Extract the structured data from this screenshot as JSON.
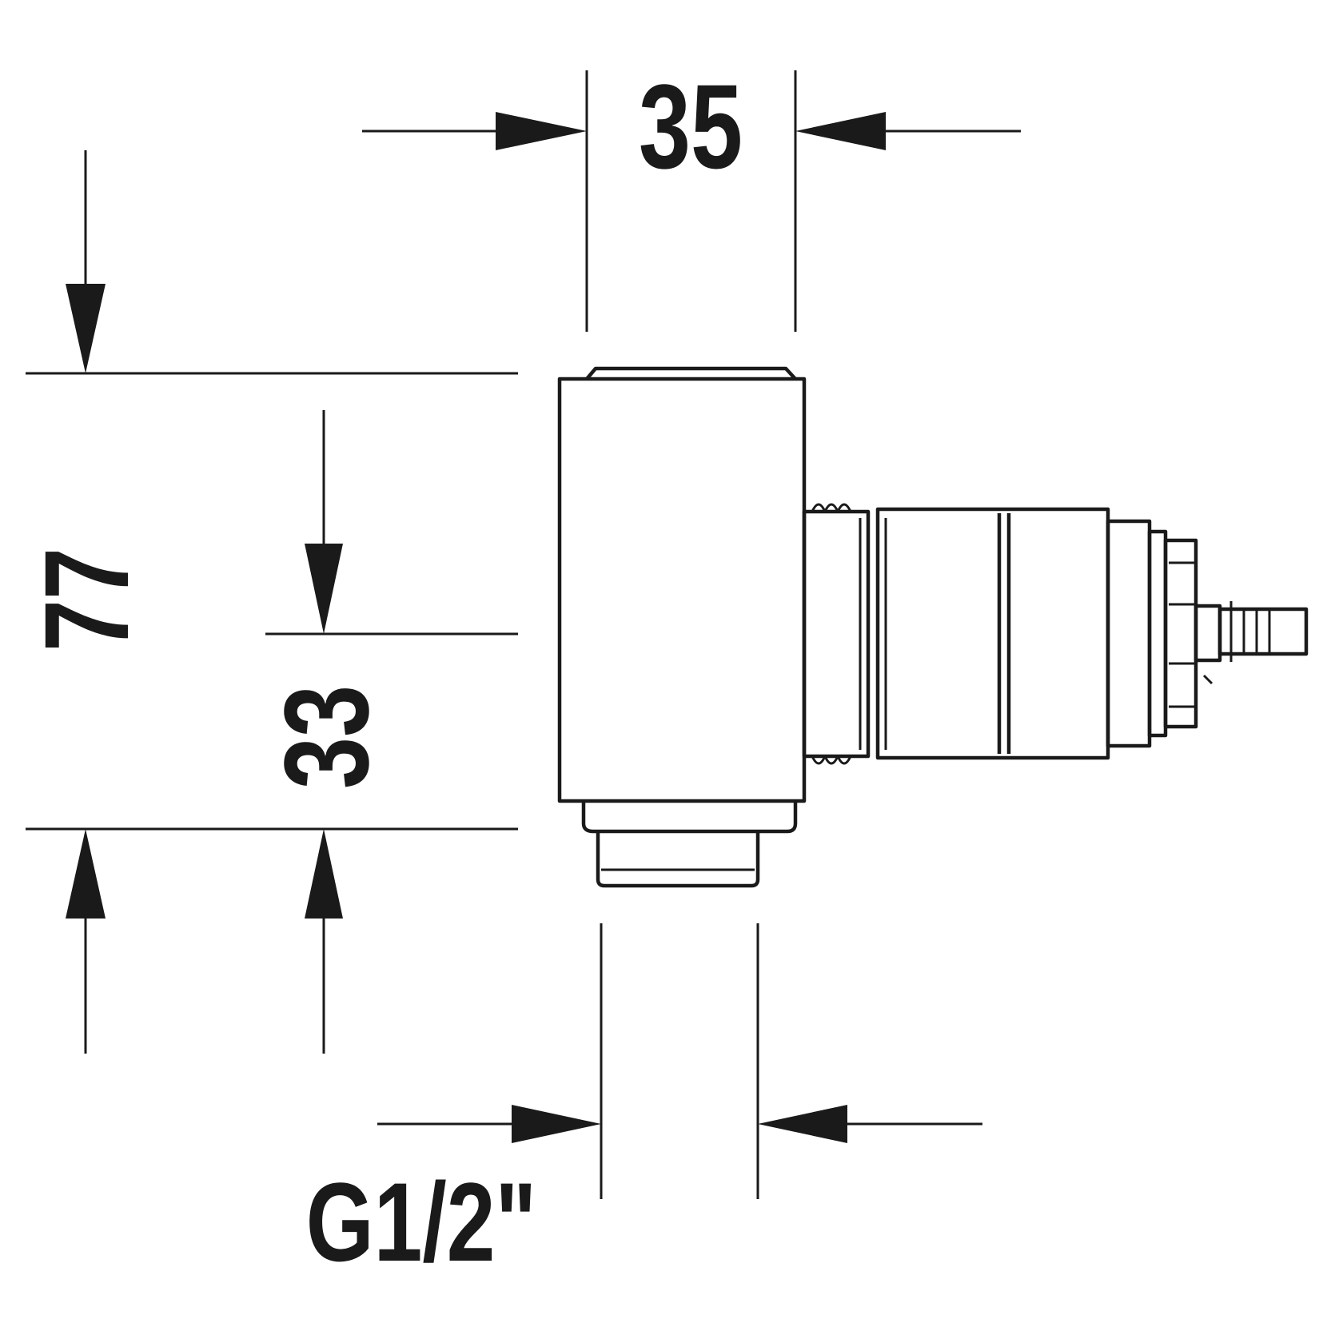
{
  "dimensions": {
    "width_top": "35",
    "height_total": "77",
    "height_axis": "33",
    "thread": "G1/2\""
  },
  "colors": {
    "line": "#1a1a1a",
    "background": "#ffffff"
  }
}
